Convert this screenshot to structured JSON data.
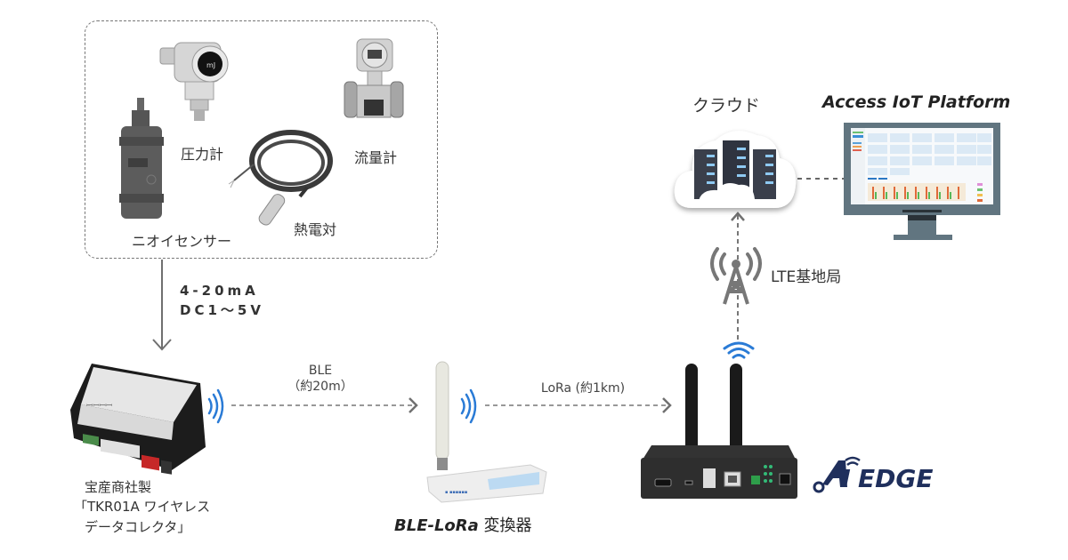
{
  "sensors": {
    "items": [
      {
        "name": "pressure-gauge",
        "label": "圧力計"
      },
      {
        "name": "flow-meter",
        "label": "流量計"
      },
      {
        "name": "thermocouple",
        "label": "熱電対"
      },
      {
        "name": "odor-sensor",
        "label": "ニオイセンサー"
      }
    ]
  },
  "signal": {
    "line1": "4-20mA",
    "line2": "DC1～5V"
  },
  "collector": {
    "maker": "宝産商社製",
    "line1": "「TKR01A ワイヤレス",
    "line2": "データコレクタ」"
  },
  "ble_link": {
    "line1": "BLE",
    "line2": "（約20m）"
  },
  "converter": {
    "title_bold": "BLE-LoRa",
    "title_rest": " 変換器"
  },
  "lora_link": {
    "label": "LoRa (約1km)"
  },
  "gateway": {
    "brand": "AiEDGE",
    "brand_color": "#1f2f5c"
  },
  "lte": {
    "label": "LTE基地局"
  },
  "cloud": {
    "label": "クラウド"
  },
  "platform": {
    "title": "Access IoT Platform"
  },
  "colors": {
    "wireless_blue": "#2a7bd6",
    "arrow_gray": "#707070",
    "server_dark": "#3a3f4b"
  }
}
